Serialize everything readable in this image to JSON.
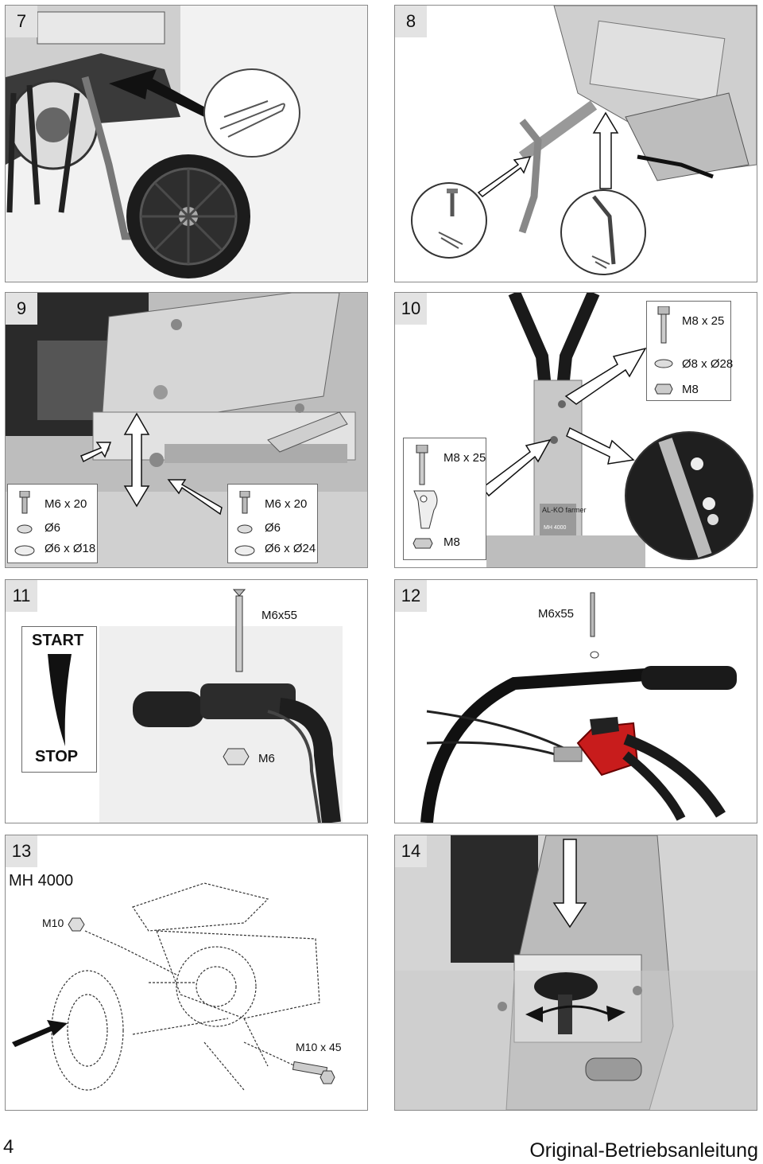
{
  "panels": [
    {
      "number": "7"
    },
    {
      "number": "8"
    },
    {
      "number": "9",
      "left_box": {
        "bolt": "M6 x 20",
        "washer": "Ø6",
        "flat_washer": "Ø6 x Ø18"
      },
      "right_box": {
        "bolt": "M6 x 20",
        "washer": "Ø6",
        "flat_washer": "Ø6 x Ø24"
      }
    },
    {
      "number": "10",
      "top_box": {
        "bolt": "M8 x 25",
        "washer": "Ø8 x Ø28",
        "nut": "M8"
      },
      "left_box": {
        "bolt": "M8 x 25",
        "nut": "M8"
      },
      "brand": "AL-KO farmer",
      "model": "MH 4000"
    },
    {
      "number": "11",
      "screw": "M6x55",
      "nut": "M6",
      "start": "START",
      "stop": "STOP"
    },
    {
      "number": "12",
      "screw": "M6x55"
    },
    {
      "number": "13",
      "model": "MH 4000",
      "nut": "M10",
      "bolt": "M10 x 45"
    },
    {
      "number": "14"
    }
  ],
  "footer": {
    "page_number": "4",
    "title": "Original-Betriebsanleitung"
  }
}
